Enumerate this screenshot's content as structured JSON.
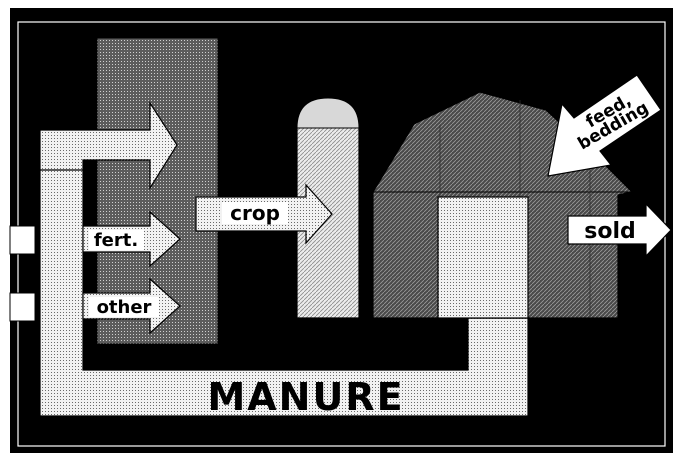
{
  "diagram": {
    "labels": {
      "crop": "crop",
      "fert": "fert.",
      "other": "other",
      "feed_line1": "feed,",
      "feed_line2": "bedding",
      "sold": "sold",
      "manure": "MANURE"
    },
    "colors": {
      "background": "#000000",
      "light_fill": "#e6e6e6",
      "medium_fill": "#9a9a9a",
      "dark_fill": "#5a5a5a",
      "white": "#ffffff",
      "outline": "#000000"
    }
  }
}
